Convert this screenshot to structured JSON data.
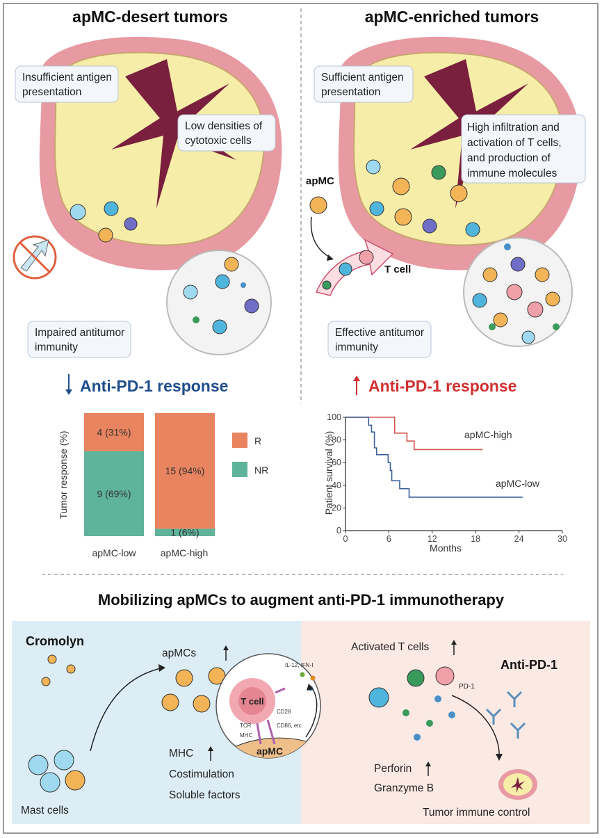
{
  "left_panel": {
    "title": "apMC-desert tumors",
    "callouts": [
      "Insufficient antigen",
      "presentation",
      "Low densities of",
      "cytotoxic cells",
      "Impaired antitumor",
      "immunity"
    ],
    "response": "Anti-PD-1 response",
    "response_direction": "down",
    "color": "#1f4e8c"
  },
  "right_panel": {
    "title": "apMC-enriched tumors",
    "callouts": [
      "Sufficient antigen",
      "presentation",
      "High infiltration and",
      "activation of T cells,",
      "and production of",
      "immune molecules",
      "Effective antitumor",
      "immunity"
    ],
    "labels": {
      "apmc": "apMC",
      "tcell": "T cell"
    },
    "response": "Anti-PD-1 response",
    "response_direction": "up",
    "color": "#d12f2f"
  },
  "chart_data": [
    {
      "type": "bar",
      "stacked": true,
      "categories": [
        "apMC-low",
        "apMC-high"
      ],
      "ylabel": "Tumor response (%)",
      "series": [
        {
          "name": "R",
          "values": [
            31,
            94
          ],
          "labels": [
            "4 (31%)",
            "15 (94%)"
          ],
          "color": "#e8845f"
        },
        {
          "name": "NR",
          "values": [
            69,
            6
          ],
          "labels": [
            "9 (69%)",
            "1 (6%)"
          ],
          "color": "#5fb39a"
        }
      ],
      "legend": "right"
    },
    {
      "type": "line",
      "step": true,
      "xlabel": "Months",
      "ylabel": "Patient survival (%)",
      "xlim": [
        0,
        30
      ],
      "ylim": [
        0,
        100
      ],
      "xticks": [
        0,
        6,
        12,
        18,
        24,
        30
      ],
      "yticks": [
        0,
        20,
        40,
        60,
        80,
        100
      ],
      "series": [
        {
          "name": "apMC-high",
          "color": "#d9534f",
          "x": [
            0,
            6.8,
            8.5,
            9.5,
            19
          ],
          "y": [
            100,
            86,
            79,
            71.5,
            71.5
          ]
        },
        {
          "name": "apMC-low",
          "color": "#3a5f9a",
          "x": [
            0,
            3.2,
            3.6,
            4.0,
            4.3,
            5.9,
            6.2,
            6.4,
            7.5,
            8.8,
            24.5
          ],
          "y": [
            100,
            93,
            87,
            73,
            67,
            60,
            53,
            44,
            37,
            29.5,
            29.5
          ]
        }
      ]
    }
  ],
  "bottom": {
    "title": "Mobilizing apMCs to augment anti-PD-1 immunotherapy",
    "cromolyn": "Cromolyn",
    "mast_cells": "Mast cells",
    "apmcs": "apMCs",
    "effects": [
      "MHC",
      "Costimulation",
      "Soluble factors"
    ],
    "inset": {
      "tcell": "T cell",
      "apmc": "apMC",
      "il": "IL-12, IFN-I",
      "cd28": "CD28",
      "tcr": "TCR",
      "mhc": "MHC",
      "cd86": "CD86, etc."
    },
    "activated": "Activated T cells",
    "antipd1": "Anti-PD-1",
    "pd1": "PD-1",
    "perforin": "Perforin",
    "granzyme": "Granzyme B",
    "control": "Tumor immune control",
    "colors": {
      "left_bg": "#dcedf5",
      "right_bg": "#fbe9e4"
    }
  }
}
